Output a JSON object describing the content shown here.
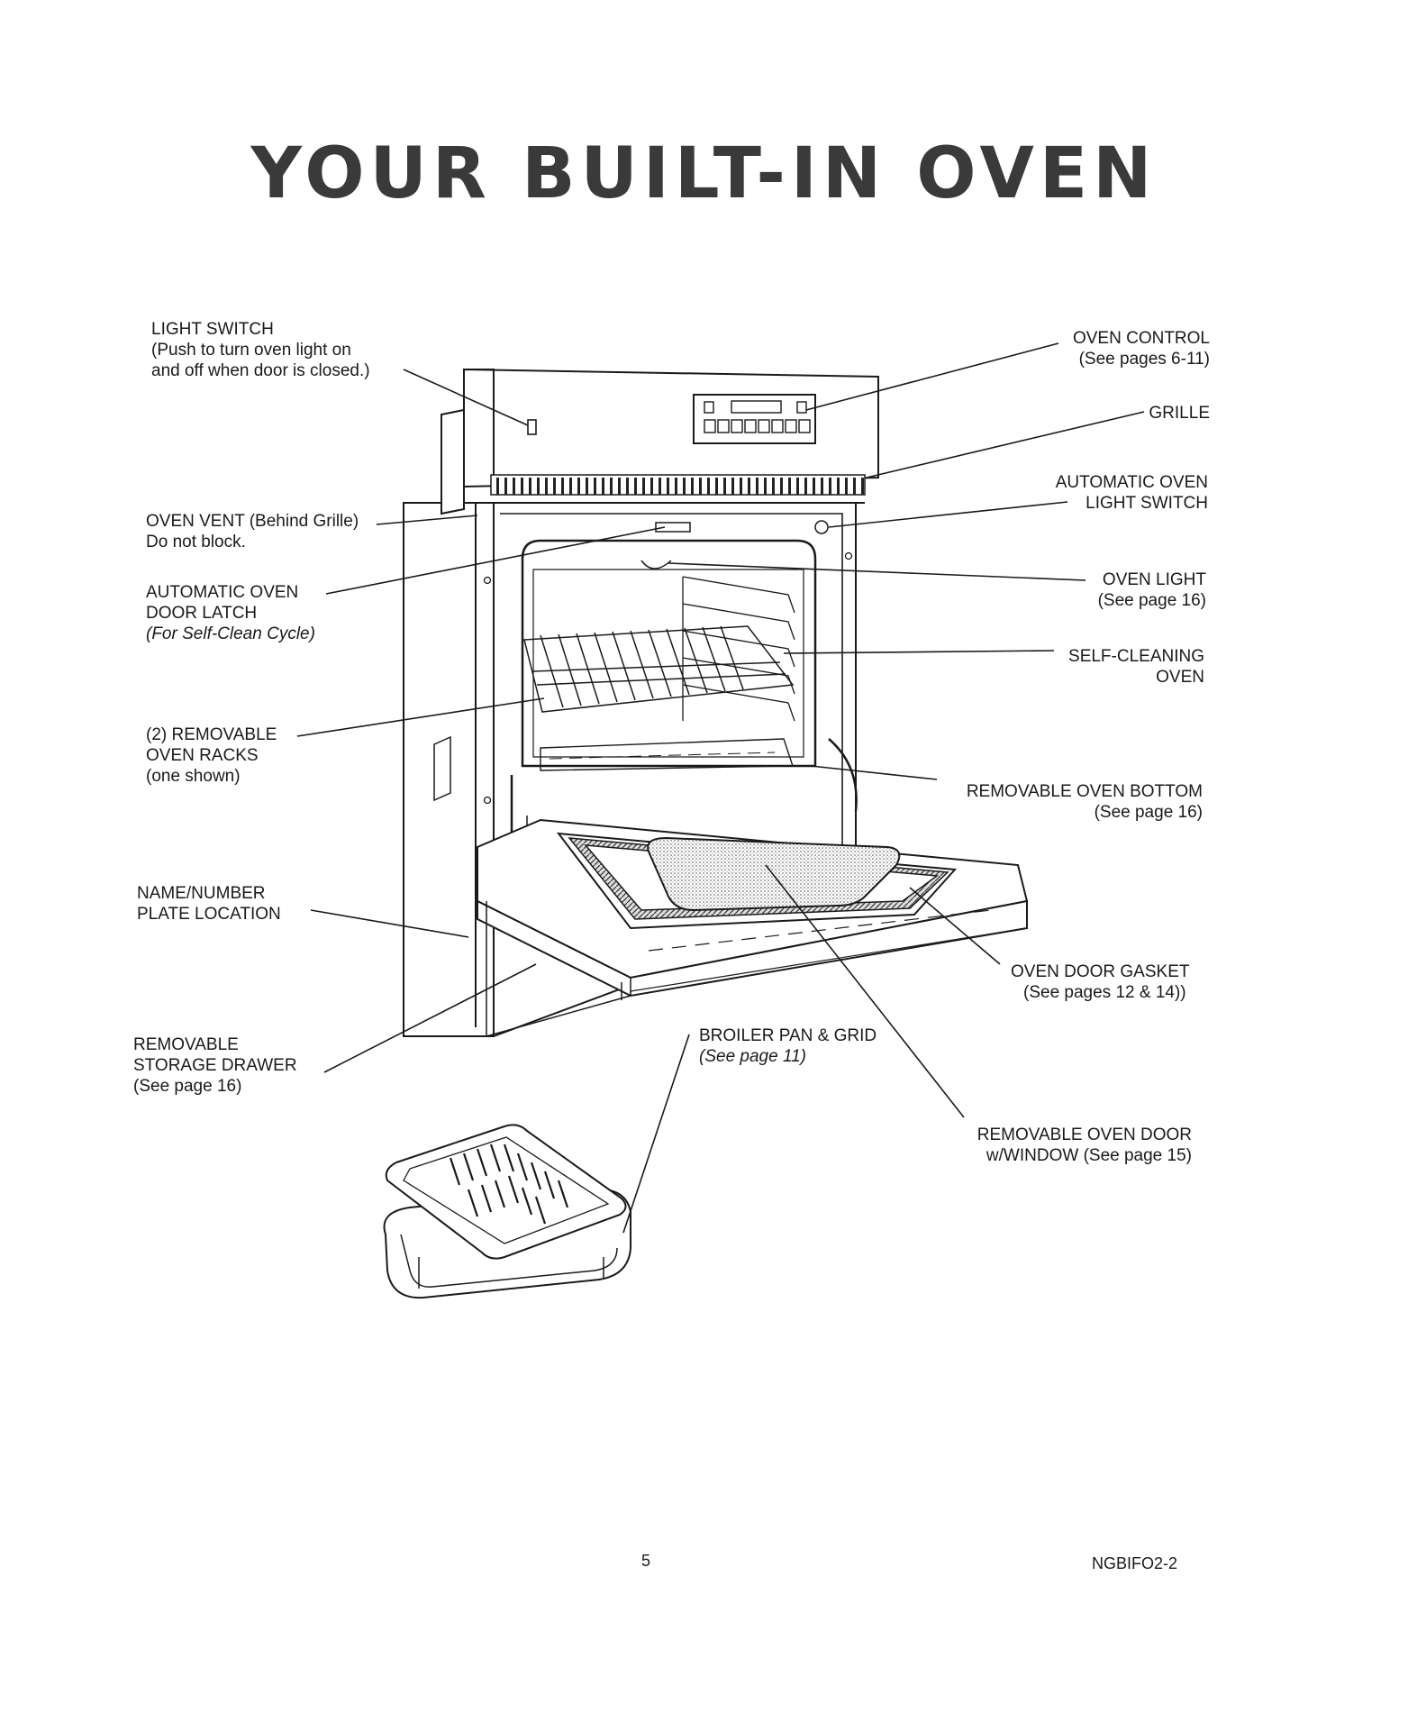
{
  "page": {
    "title": "YOUR BUILT-IN OVEN",
    "page_number": "5",
    "doc_code": "NGBIFO2-2"
  },
  "labels": {
    "light_switch": {
      "l1": "LIGHT SWITCH",
      "l2": "(Push to turn oven light on",
      "l3": "and off when door is closed.)"
    },
    "oven_vent": {
      "l1": "OVEN VENT (Behind Grille)",
      "l2": "Do not block."
    },
    "door_latch": {
      "l1": "AUTOMATIC OVEN",
      "l2": "DOOR LATCH",
      "l3": "(For Self-Clean Cycle)"
    },
    "oven_racks": {
      "l1": "(2) REMOVABLE",
      "l2": "OVEN RACKS",
      "l3": "(one shown)"
    },
    "name_plate": {
      "l1": "NAME/NUMBER",
      "l2": "PLATE LOCATION"
    },
    "storage_drawer": {
      "l1": "REMOVABLE",
      "l2": "STORAGE DRAWER",
      "l3": "(See page 16)"
    },
    "oven_control": {
      "l1": "OVEN CONTROL",
      "l2": "(See pages 6-11)"
    },
    "grille": {
      "l1": "GRILLE"
    },
    "auto_light_switch": {
      "l1": "AUTOMATIC OVEN",
      "l2": "LIGHT SWITCH"
    },
    "oven_light": {
      "l1": "OVEN LIGHT",
      "l2": "(See page 16)"
    },
    "self_cleaning": {
      "l1": "SELF-CLEANING",
      "l2": "OVEN"
    },
    "oven_bottom": {
      "l1": "REMOVABLE OVEN BOTTOM",
      "l2": "(See page 16)"
    },
    "door_gasket": {
      "l1": "OVEN DOOR GASKET",
      "l2": "(See pages 12 & 14))"
    },
    "oven_door": {
      "l1": "REMOVABLE OVEN DOOR",
      "l2": "w/WINDOW (See page 15)"
    },
    "broiler_pan": {
      "l1": "BROILER PAN & GRID",
      "l2": "(See page 11)"
    }
  },
  "colors": {
    "ink": "#1a1a1a",
    "title": "#3a3a3a",
    "paper": "#ffffff"
  }
}
